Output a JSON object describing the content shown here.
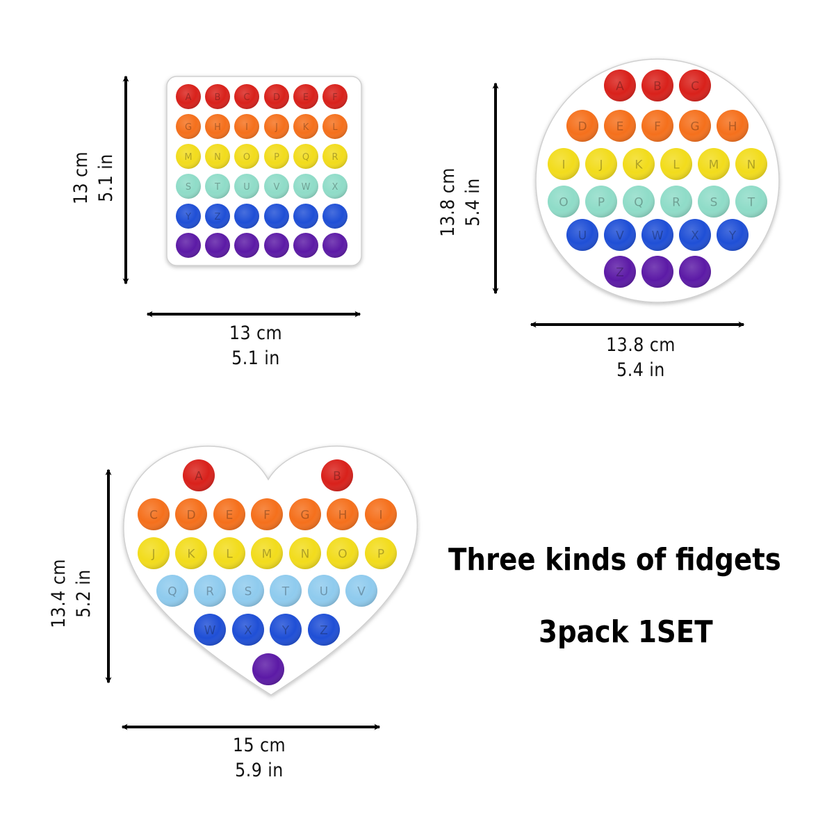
{
  "colors": {
    "red": "#d9211b",
    "orange": "#f5701c",
    "yellow": "#f2dc1c",
    "mint": "#8fdcc8",
    "light_blue": "#8fcbee",
    "blue": "#1f4fd6",
    "purple": "#5c1aa6",
    "board": "#ffffff",
    "arrow": "#000000"
  },
  "square": {
    "height_cm": "13 cm",
    "height_in": "5.1 in",
    "width_cm": "13 cm",
    "width_in": "5.1 in",
    "rows": [
      {
        "color": "red",
        "letters": [
          "A",
          "B",
          "C",
          "D",
          "E",
          "F"
        ]
      },
      {
        "color": "orange",
        "letters": [
          "G",
          "H",
          "I",
          "J",
          "K",
          "L"
        ]
      },
      {
        "color": "yellow",
        "letters": [
          "M",
          "N",
          "O",
          "P",
          "Q",
          "R"
        ]
      },
      {
        "color": "mint",
        "letters": [
          "S",
          "T",
          "U",
          "V",
          "W",
          "X"
        ]
      },
      {
        "color": "blue",
        "letters": [
          "Y",
          "Z",
          "",
          "",
          "",
          ""
        ]
      },
      {
        "color": "purple",
        "letters": [
          "",
          "",
          "",
          "",
          "",
          ""
        ]
      }
    ]
  },
  "circle": {
    "height_cm": "13.8 cm",
    "height_in": "5.4 in",
    "width_cm": "13.8 cm",
    "width_in": "5.4 in",
    "rows": [
      {
        "color": "red",
        "letters": [
          "A",
          "B",
          "C"
        ]
      },
      {
        "color": "orange",
        "letters": [
          "D",
          "E",
          "F",
          "G",
          "H"
        ]
      },
      {
        "color": "yellow",
        "letters": [
          "I",
          "J",
          "K",
          "L",
          "M",
          "N"
        ]
      },
      {
        "color": "mint",
        "letters": [
          "O",
          "P",
          "Q",
          "R",
          "S",
          "T"
        ]
      },
      {
        "color": "blue",
        "letters": [
          "U",
          "V",
          "W",
          "X",
          "Y"
        ]
      },
      {
        "color": "purple",
        "letters": [
          "Z",
          "",
          ""
        ]
      }
    ]
  },
  "heart": {
    "height_cm": "13.4 cm",
    "height_in": "5.2 in",
    "width_cm": "15 cm",
    "width_in": "5.9 in",
    "rows": [
      {
        "color": "red",
        "letters": [
          "A",
          "B"
        ]
      },
      {
        "color": "orange",
        "letters": [
          "C",
          "D",
          "E",
          "F",
          "G",
          "H",
          "I"
        ]
      },
      {
        "color": "yellow",
        "letters": [
          "J",
          "K",
          "L",
          "M",
          "N",
          "O",
          "P"
        ]
      },
      {
        "color": "light_blue",
        "letters": [
          "Q",
          "R",
          "S",
          "T",
          "U",
          "V"
        ]
      },
      {
        "color": "blue",
        "letters": [
          "W",
          "X",
          "Y",
          "Z"
        ]
      },
      {
        "color": "purple",
        "letters": [
          ""
        ]
      }
    ]
  },
  "tagline": {
    "line1": "Three kinds of fidgets",
    "line2": "3pack 1SET"
  }
}
